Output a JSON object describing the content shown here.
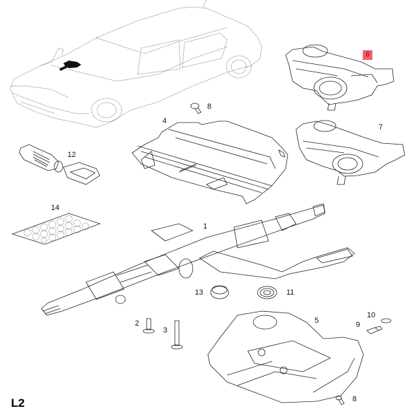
{
  "diagram": {
    "section_label": "L2",
    "highlight_color": "#f0606c",
    "parts": [
      {
        "id": "car",
        "name": "vehicle-overview",
        "callout": null
      },
      {
        "id": "p1",
        "name": "steering-column",
        "callout": "1"
      },
      {
        "id": "p2",
        "name": "bolt-short",
        "callout": "2"
      },
      {
        "id": "p3",
        "name": "bolt-long",
        "callout": "3"
      },
      {
        "id": "p4",
        "name": "upper-column-trim",
        "callout": "4"
      },
      {
        "id": "p5",
        "name": "lower-column-trim",
        "callout": "5"
      },
      {
        "id": "p6",
        "name": "switch-housing",
        "callout": "6",
        "highlighted": true
      },
      {
        "id": "p7",
        "name": "switch-housing-alt",
        "callout": "7"
      },
      {
        "id": "p8a",
        "name": "screw-top",
        "callout": "8"
      },
      {
        "id": "p8b",
        "name": "screw-bottom",
        "callout": "8"
      },
      {
        "id": "p9",
        "name": "screw-small",
        "callout": "9"
      },
      {
        "id": "p10",
        "name": "clip",
        "callout": "10"
      },
      {
        "id": "p11",
        "name": "ring-bearing",
        "callout": "11"
      },
      {
        "id": "p12",
        "name": "lock-cylinder-key",
        "callout": "12"
      },
      {
        "id": "p13",
        "name": "ring-retainer",
        "callout": "13"
      },
      {
        "id": "p14",
        "name": "label-sheet",
        "callout": "14"
      }
    ]
  }
}
